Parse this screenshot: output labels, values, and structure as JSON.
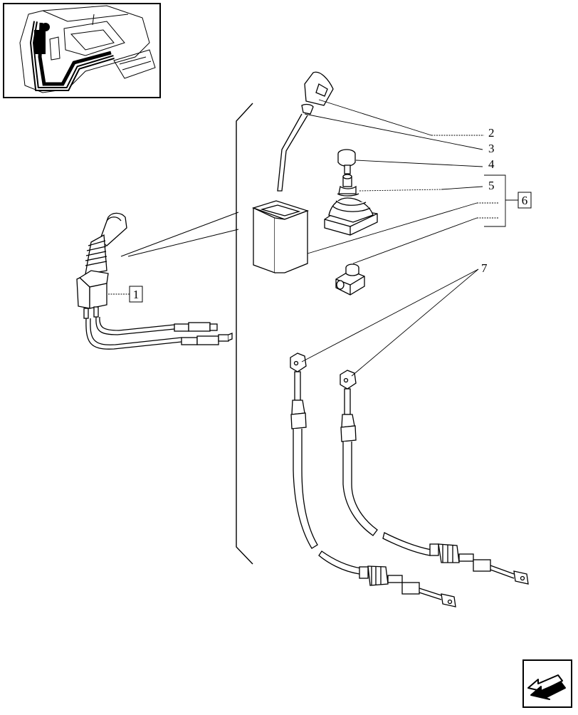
{
  "diagram": {
    "callouts": {
      "c1": "1",
      "c2": "2",
      "c3": "3",
      "c4": "4",
      "c5": "5",
      "c6": "6",
      "c7": "7"
    }
  },
  "navigation": {
    "next_icon": "arrow-next-icon"
  }
}
